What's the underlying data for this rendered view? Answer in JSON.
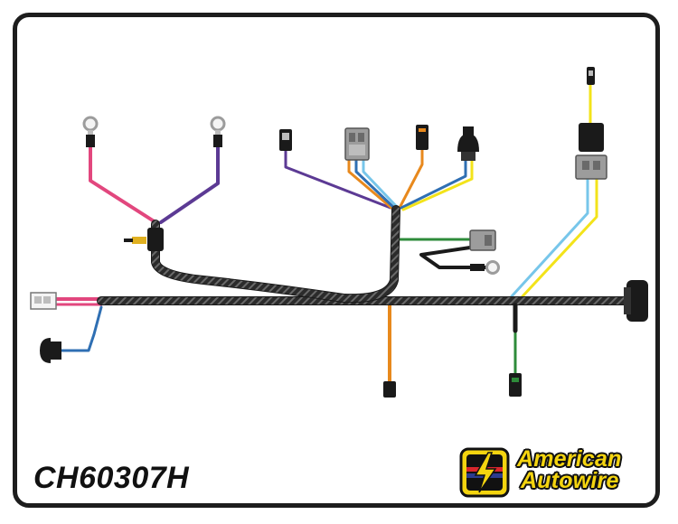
{
  "part_number": "CH60307H",
  "brand": {
    "line1": "American",
    "line2": "Autowire",
    "logo_icon": "lightning-bolt-badge-icon"
  },
  "colors": {
    "frame": "#1d1d1d",
    "harness_jacket": "#2b2b2b",
    "wire_pink": "#e2477e",
    "wire_purple": "#5c3a94",
    "wire_orange": "#e8891d",
    "wire_blue": "#2f6fb3",
    "wire_light_blue": "#77c6ea",
    "wire_yellow": "#f3e31a",
    "wire_green": "#2e8b3a",
    "wire_black": "#1a1a1a",
    "connector_gray": "#9c9c9c",
    "brand_yellow": "#f4d40f",
    "brand_red": "#d8262c",
    "brand_blue": "#2b3c8f"
  }
}
